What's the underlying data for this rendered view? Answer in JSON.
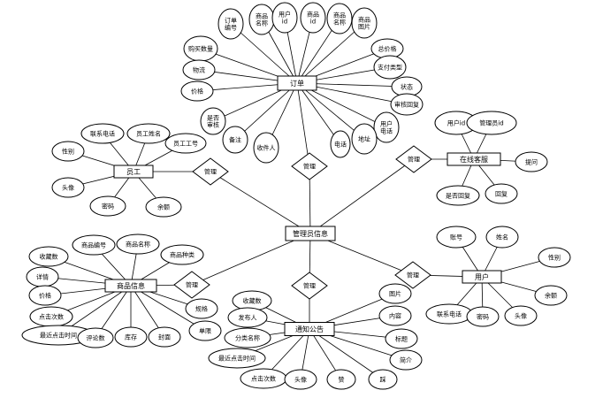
{
  "nodes": [
    {
      "id": "admin",
      "kind": "entity",
      "label": "管理员信息"
    },
    {
      "id": "order",
      "kind": "entity",
      "label": "订单"
    },
    {
      "id": "staff",
      "kind": "entity",
      "label": "员工"
    },
    {
      "id": "cs",
      "kind": "entity",
      "label": "在线客服"
    },
    {
      "id": "goods",
      "kind": "entity",
      "label": "商品信息"
    },
    {
      "id": "user",
      "kind": "entity",
      "label": "用户"
    },
    {
      "id": "notice",
      "kind": "entity",
      "label": "通知公告"
    },
    {
      "id": "r_order",
      "kind": "relation",
      "label": "管理"
    },
    {
      "id": "r_staff",
      "kind": "relation",
      "label": "管理"
    },
    {
      "id": "r_cs",
      "kind": "relation",
      "label": "管理"
    },
    {
      "id": "r_goods",
      "kind": "relation",
      "label": "管理"
    },
    {
      "id": "r_user",
      "kind": "relation",
      "label": "管理"
    },
    {
      "id": "r_notice",
      "kind": "relation",
      "label": "管理"
    },
    {
      "id": "o1",
      "kind": "attribute",
      "label": "订单编号"
    },
    {
      "id": "o2",
      "kind": "attribute",
      "label": "商品名称"
    },
    {
      "id": "o3",
      "kind": "attribute",
      "label": "用户id"
    },
    {
      "id": "o4",
      "kind": "attribute",
      "label": "商品id"
    },
    {
      "id": "o5",
      "kind": "attribute",
      "label": "商品名称"
    },
    {
      "id": "o6",
      "kind": "attribute",
      "label": "商品图片"
    },
    {
      "id": "o7",
      "kind": "attribute",
      "label": "购买数量"
    },
    {
      "id": "o8",
      "kind": "attribute",
      "label": "物流"
    },
    {
      "id": "o9",
      "kind": "attribute",
      "label": "价格"
    },
    {
      "id": "o10",
      "kind": "attribute",
      "label": "总价格"
    },
    {
      "id": "o11",
      "kind": "attribute",
      "label": "支付类型"
    },
    {
      "id": "o12",
      "kind": "attribute",
      "label": "状态"
    },
    {
      "id": "o13",
      "kind": "attribute",
      "label": "审核回复"
    },
    {
      "id": "o14",
      "kind": "attribute",
      "label": "用户电话"
    },
    {
      "id": "o15",
      "kind": "attribute",
      "label": "地址"
    },
    {
      "id": "o16",
      "kind": "attribute",
      "label": "电话"
    },
    {
      "id": "o17",
      "kind": "attribute",
      "label": "收件人"
    },
    {
      "id": "o18",
      "kind": "attribute",
      "label": "备注"
    },
    {
      "id": "o19",
      "kind": "attribute",
      "label": "是否审核"
    },
    {
      "id": "s1",
      "kind": "attribute",
      "label": "联系电话"
    },
    {
      "id": "s2",
      "kind": "attribute",
      "label": "员工姓名"
    },
    {
      "id": "s3",
      "kind": "attribute",
      "label": "员工工号"
    },
    {
      "id": "s4",
      "kind": "attribute",
      "label": "性别"
    },
    {
      "id": "s5",
      "kind": "attribute",
      "label": "头像"
    },
    {
      "id": "s6",
      "kind": "attribute",
      "label": "密码"
    },
    {
      "id": "s7",
      "kind": "attribute",
      "label": "余额"
    },
    {
      "id": "c1",
      "kind": "attribute",
      "label": "用户id"
    },
    {
      "id": "c2",
      "kind": "attribute",
      "label": "管理员id"
    },
    {
      "id": "c3",
      "kind": "attribute",
      "label": "提问"
    },
    {
      "id": "c4",
      "kind": "attribute",
      "label": "是否回复"
    },
    {
      "id": "c5",
      "kind": "attribute",
      "label": "回复"
    },
    {
      "id": "g1",
      "kind": "attribute",
      "label": "商品编号"
    },
    {
      "id": "g2",
      "kind": "attribute",
      "label": "商品名称"
    },
    {
      "id": "g3",
      "kind": "attribute",
      "label": "商品种类"
    },
    {
      "id": "g4",
      "kind": "attribute",
      "label": "收藏数"
    },
    {
      "id": "g5",
      "kind": "attribute",
      "label": "详情"
    },
    {
      "id": "g6",
      "kind": "attribute",
      "label": "价格"
    },
    {
      "id": "g7",
      "kind": "attribute",
      "label": "点击次数"
    },
    {
      "id": "g8",
      "kind": "attribute",
      "label": "最近点击时间"
    },
    {
      "id": "g9",
      "kind": "attribute",
      "label": "评论数"
    },
    {
      "id": "g10",
      "kind": "attribute",
      "label": "库存"
    },
    {
      "id": "g11",
      "kind": "attribute",
      "label": "封面"
    },
    {
      "id": "g12",
      "kind": "attribute",
      "label": "单限"
    },
    {
      "id": "g13",
      "kind": "attribute",
      "label": "规格"
    },
    {
      "id": "u1",
      "kind": "attribute",
      "label": "账号"
    },
    {
      "id": "u2",
      "kind": "attribute",
      "label": "姓名"
    },
    {
      "id": "u3",
      "kind": "attribute",
      "label": "性别"
    },
    {
      "id": "u4",
      "kind": "attribute",
      "label": "余额"
    },
    {
      "id": "u5",
      "kind": "attribute",
      "label": "联系电话"
    },
    {
      "id": "u6",
      "kind": "attribute",
      "label": "密码"
    },
    {
      "id": "u7",
      "kind": "attribute",
      "label": "头像"
    },
    {
      "id": "n1",
      "kind": "attribute",
      "label": "收藏数"
    },
    {
      "id": "n2",
      "kind": "attribute",
      "label": "发布人"
    },
    {
      "id": "n3",
      "kind": "attribute",
      "label": "分类名称"
    },
    {
      "id": "n4",
      "kind": "attribute",
      "label": "最近点击时间"
    },
    {
      "id": "n5",
      "kind": "attribute",
      "label": "点击次数"
    },
    {
      "id": "n6",
      "kind": "attribute",
      "label": "头像"
    },
    {
      "id": "n7",
      "kind": "attribute",
      "label": "赞"
    },
    {
      "id": "n8",
      "kind": "attribute",
      "label": "踩"
    },
    {
      "id": "n9",
      "kind": "attribute",
      "label": "图片"
    },
    {
      "id": "n10",
      "kind": "attribute",
      "label": "内容"
    },
    {
      "id": "n11",
      "kind": "attribute",
      "label": "标题"
    },
    {
      "id": "n12",
      "kind": "attribute",
      "label": "简介"
    }
  ],
  "edges": [
    [
      "admin",
      "r_order"
    ],
    [
      "r_order",
      "order"
    ],
    [
      "admin",
      "r_staff"
    ],
    [
      "r_staff",
      "staff"
    ],
    [
      "admin",
      "r_cs"
    ],
    [
      "r_cs",
      "cs"
    ],
    [
      "admin",
      "r_goods"
    ],
    [
      "r_goods",
      "goods"
    ],
    [
      "admin",
      "r_user"
    ],
    [
      "r_user",
      "user"
    ],
    [
      "admin",
      "r_notice"
    ],
    [
      "r_notice",
      "notice"
    ],
    [
      "order",
      "o1"
    ],
    [
      "order",
      "o2"
    ],
    [
      "order",
      "o3"
    ],
    [
      "order",
      "o4"
    ],
    [
      "order",
      "o5"
    ],
    [
      "order",
      "o6"
    ],
    [
      "order",
      "o7"
    ],
    [
      "order",
      "o8"
    ],
    [
      "order",
      "o9"
    ],
    [
      "order",
      "o10"
    ],
    [
      "order",
      "o11"
    ],
    [
      "order",
      "o12"
    ],
    [
      "order",
      "o13"
    ],
    [
      "order",
      "o14"
    ],
    [
      "order",
      "o15"
    ],
    [
      "order",
      "o16"
    ],
    [
      "order",
      "o17"
    ],
    [
      "order",
      "o18"
    ],
    [
      "order",
      "o19"
    ],
    [
      "staff",
      "s1"
    ],
    [
      "staff",
      "s2"
    ],
    [
      "staff",
      "s3"
    ],
    [
      "staff",
      "s4"
    ],
    [
      "staff",
      "s5"
    ],
    [
      "staff",
      "s6"
    ],
    [
      "staff",
      "s7"
    ],
    [
      "cs",
      "c1"
    ],
    [
      "cs",
      "c2"
    ],
    [
      "cs",
      "c3"
    ],
    [
      "cs",
      "c4"
    ],
    [
      "cs",
      "c5"
    ],
    [
      "goods",
      "g1"
    ],
    [
      "goods",
      "g2"
    ],
    [
      "goods",
      "g3"
    ],
    [
      "goods",
      "g4"
    ],
    [
      "goods",
      "g5"
    ],
    [
      "goods",
      "g6"
    ],
    [
      "goods",
      "g7"
    ],
    [
      "goods",
      "g8"
    ],
    [
      "goods",
      "g9"
    ],
    [
      "goods",
      "g10"
    ],
    [
      "goods",
      "g11"
    ],
    [
      "goods",
      "g12"
    ],
    [
      "goods",
      "g13"
    ],
    [
      "user",
      "u1"
    ],
    [
      "user",
      "u2"
    ],
    [
      "user",
      "u3"
    ],
    [
      "user",
      "u4"
    ],
    [
      "user",
      "u5"
    ],
    [
      "user",
      "u6"
    ],
    [
      "user",
      "u7"
    ],
    [
      "notice",
      "n1"
    ],
    [
      "notice",
      "n2"
    ],
    [
      "notice",
      "n3"
    ],
    [
      "notice",
      "n4"
    ],
    [
      "notice",
      "n5"
    ],
    [
      "notice",
      "n6"
    ],
    [
      "notice",
      "n7"
    ],
    [
      "notice",
      "n8"
    ],
    [
      "notice",
      "n9"
    ],
    [
      "notice",
      "n10"
    ],
    [
      "notice",
      "n11"
    ],
    [
      "notice",
      "n12"
    ]
  ]
}
